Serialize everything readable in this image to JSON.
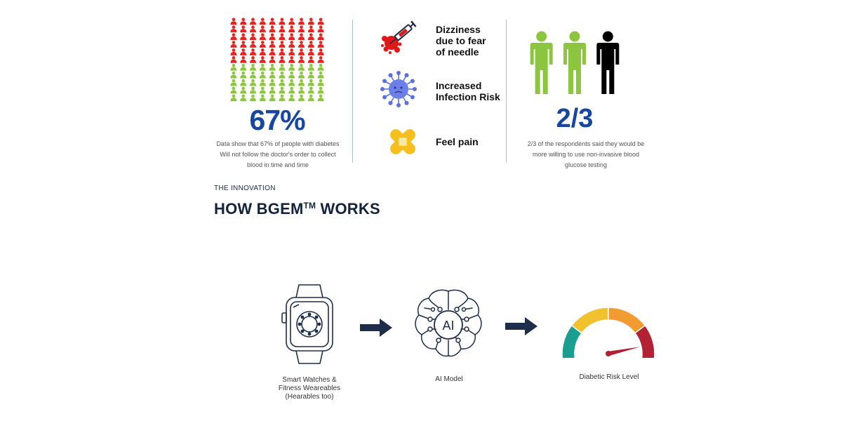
{
  "stats": {
    "needle_avoidance": {
      "value": "67%",
      "description_lines": [
        "Data show that 67% of people with diabetes",
        "Will not follow the doctor's order to collect",
        "blood in time and time"
      ],
      "grid": {
        "rows": 11,
        "cols": 10,
        "red_rows": 6
      },
      "colors": {
        "highlight": "#e8231f",
        "other": "#8cc63f",
        "value": "#1746a2"
      }
    },
    "non_invasive": {
      "value": "2/3",
      "description_lines": [
        "2/3 of the respondents said they would be",
        "more willing to use non-invasive blood",
        "glucose testing"
      ],
      "figures": {
        "willing": 2,
        "total": 3
      },
      "colors": {
        "willing": "#8cc63f",
        "other": "#000000",
        "value": "#1746a2"
      }
    }
  },
  "pain_points": [
    {
      "icon": "syringe-icon",
      "lines": [
        "Dizziness",
        "due to fear",
        "of needle"
      ]
    },
    {
      "icon": "virus-icon",
      "lines": [
        "Increased",
        "Infection Risk"
      ]
    },
    {
      "icon": "bandage-icon",
      "lines": [
        "Feel pain"
      ]
    }
  ],
  "section": {
    "eyebrow": "THE INNOVATION",
    "title_prefix": "HOW BGEM",
    "title_sup": "TM",
    "title_suffix": " WORKS"
  },
  "flow": {
    "steps": [
      {
        "icon": "smartwatch-icon",
        "lines": [
          "Smart Watches &",
          "Fitness Weareables",
          "(Hearables too)"
        ]
      },
      {
        "icon": "brain-ai-icon",
        "badge": "AI",
        "lines": [
          "AI Model"
        ]
      },
      {
        "icon": "risk-gauge-icon",
        "lines": [
          "Diabetic Risk Level"
        ]
      }
    ],
    "arrow_icon": "right-arrow-icon",
    "colors": {
      "line_art": "#1e2d4a",
      "gauge": [
        "#1a9e8f",
        "#f2c12e",
        "#f29b30",
        "#b22234"
      ],
      "needle": "#b22234"
    }
  }
}
